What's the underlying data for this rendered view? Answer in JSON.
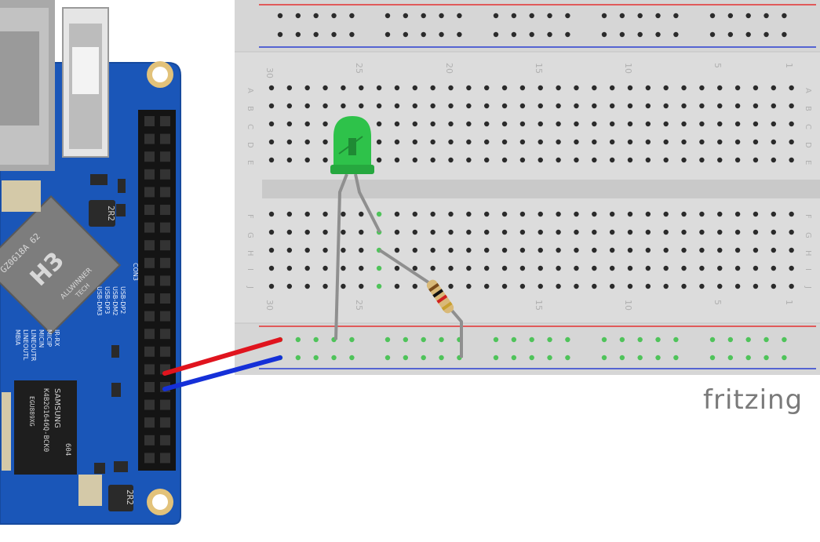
{
  "brand": {
    "logo_text": "fritzing"
  },
  "breadboard": {
    "column_numbers": [
      "30",
      "25",
      "20",
      "15",
      "10",
      "5",
      "1"
    ],
    "row_letters_top": [
      "A",
      "B",
      "C",
      "D",
      "E"
    ],
    "row_letters_bottom": [
      "F",
      "G",
      "H",
      "I",
      "J"
    ]
  },
  "board": {
    "soc_label": "H3",
    "soc_part": "GZ0618A 62",
    "soc_vendor": "ALLWINNER",
    "soc_vendor_sub": "TECH",
    "ram_vendor": "SAMSUNG",
    "ram_part": "K4B2G1646Q-BCK0",
    "ram_code": "604",
    "ram_lot": "EGU889XG",
    "inductor_top": "2R2",
    "inductor_bottom": "2R2",
    "silk_con3": "CON3",
    "silk_usb": [
      "USB-DP2",
      "USB-DM2",
      "USB-DP3",
      "USB-DM3"
    ],
    "silk_left": [
      "IR-RX",
      "MICIP",
      "MICIN",
      "LINEOUTR",
      "LINEOUTL",
      "MBIA"
    ]
  },
  "colors": {
    "pcb": "#1a56b8",
    "led": "#2ec24a",
    "wire_red": "#e0141e",
    "wire_blue": "#1530d8",
    "rail_red": "#e33030",
    "rail_blue": "#2a3fd0",
    "lead": "#8f8f8f",
    "breadboard": "#dcdcdc"
  }
}
